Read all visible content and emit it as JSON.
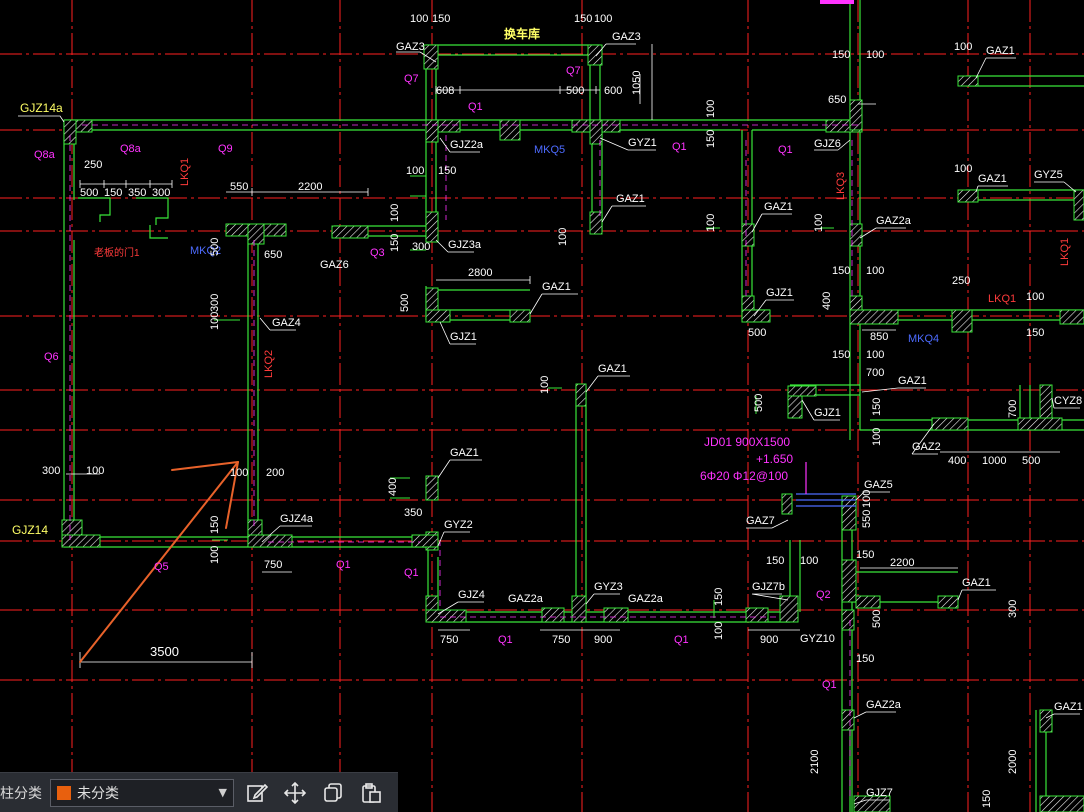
{
  "labels": {
    "garage": "换车库",
    "dim_3500": "3500",
    "jd01_title": "JD01 900X1500",
    "jd01_elev": "+1.650",
    "jd01_rebar": "6Φ20  Φ12@100"
  },
  "toolbar": {
    "category_label": "柱分类",
    "category_value": "未分类",
    "swatch_color": "#e8600e"
  },
  "colors": {
    "axis": "#ff2020",
    "wall": "#39e639",
    "dim": "#ffffff",
    "tag_column": "#ffffff",
    "tag_beam": "#ff33ff",
    "tag_mk": "#4d6bff",
    "tag_lk": "#ff3b3b",
    "tag_gjz": "#ffff66",
    "arrow": "#e8622a"
  }
}
